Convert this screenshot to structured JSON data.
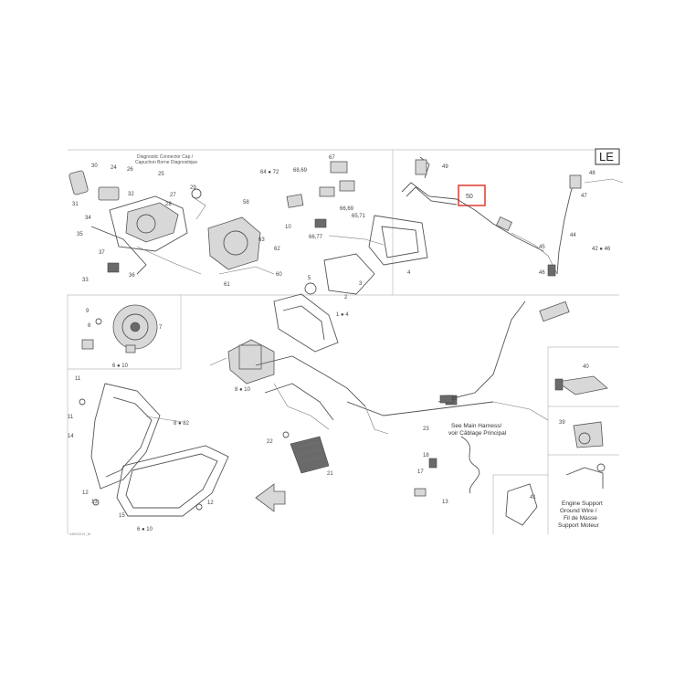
{
  "page_code": "LE",
  "highlighted_part": "50",
  "callouts": {
    "diagnostic_cap": [
      "Diagnostic Connector Cap /",
      "Capuchon Borne Diagnostique"
    ],
    "main_harness": [
      "See Main Harness/",
      "voir Câblage Principal"
    ],
    "engine_ground": [
      "Engine Support",
      "Ground Wire /",
      "Fil de Masse",
      "Support Moteur"
    ]
  },
  "part_labels": {
    "p30": "30",
    "p24": "24",
    "p25": "25",
    "p26": "26",
    "p31": "31",
    "p32": "32",
    "p27": "27",
    "p28": "28",
    "p29": "29",
    "p34": "34",
    "p33": "33",
    "p35": "35",
    "p37": "37",
    "p36": "36",
    "p58": "58",
    "p6472": "64 ● 72",
    "p6869": "68,69",
    "p67": "67",
    "p10": "10",
    "p6669": "66,69",
    "p6571": "65,71",
    "p6677": "66,77",
    "p60": "60",
    "p61": "61",
    "p62": "62",
    "p63": "63",
    "p49": "49",
    "p48": "48",
    "p47": "47",
    "p44": "44",
    "p4246": "42 ● 46",
    "p45": "45",
    "p46": "46",
    "p5": "5",
    "p2": "2",
    "p3": "3",
    "p4": "4",
    "p1": "1 ● 4",
    "p9": "9",
    "p8": "8",
    "p7": "7",
    "p610": "6 ● 10",
    "p11a": "11",
    "p11b": "11",
    "p12a": "12",
    "p12b": "12",
    "p14": "14",
    "p13": "13",
    "p15": "15",
    "p40": "40",
    "p39a": "39",
    "p39b": "39",
    "p23": "23",
    "p22": "22",
    "p21": "21",
    "p18": "18",
    "p17": "17",
    "p13b": "13",
    "p41": "41",
    "p810": "8 ● 10",
    "p1082": "8 ● 82",
    "p810b": "6 ● 10"
  },
  "drawing_code": "AMS2014_M"
}
